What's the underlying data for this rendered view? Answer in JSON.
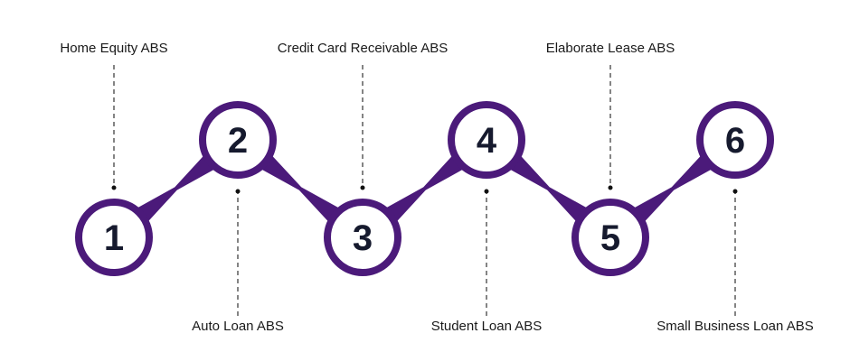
{
  "colors": {
    "accent": "#4b1a7a",
    "number": "#161a2e",
    "line": "#333333"
  },
  "steps": [
    {
      "number": "1",
      "label": "Home Equity ABS",
      "position": "top"
    },
    {
      "number": "2",
      "label": "Auto Loan ABS",
      "position": "bottom"
    },
    {
      "number": "3",
      "label": "Credit Card Receivable ABS",
      "position": "top"
    },
    {
      "number": "4",
      "label": "Student Loan ABS",
      "position": "bottom"
    },
    {
      "number": "5",
      "label": "Elaborate Lease ABS",
      "position": "top"
    },
    {
      "number": "6",
      "label": "Small Business Loan ABS",
      "position": "bottom"
    }
  ]
}
